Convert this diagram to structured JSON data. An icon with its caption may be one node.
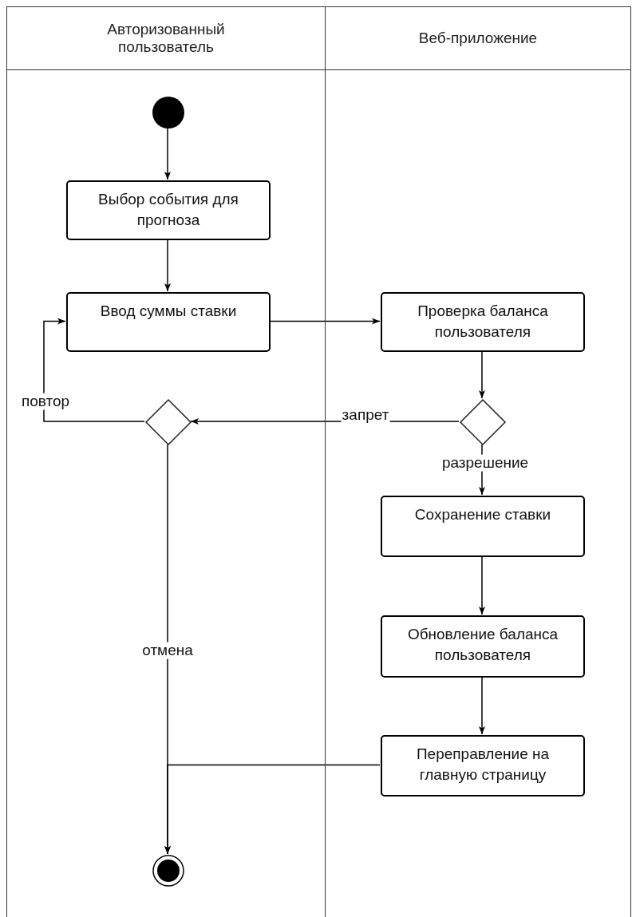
{
  "diagram": {
    "nodes": [
      {
        "text": [
          "Авторизованный пользователь"
        ]
      },
      {
        "text": [
          "Веб-приложение"
        ]
      },
      {
        "text": [],
        "shape": "circle",
        "in": 0
      },
      {
        "text": [
          "Выбор события для прогноза"
        ],
        "in": 0
      },
      {
        "text": [
          "Ввод суммы ставки"
        ],
        "in": 0
      },
      {
        "text": [
          "Проверка баланса пользователя"
        ],
        "in": 1
      },
      {
        "text": [],
        "shape": "diamond",
        "in": 1
      },
      {
        "text": [],
        "shape": "diamond",
        "in": 0
      },
      {
        "text": [
          "Сохранение ставки"
        ],
        "in": 1
      },
      {
        "text": [
          "Обновление баланса пользователя"
        ],
        "in": 1
      },
      {
        "text": [
          "Переправление на главную страницу"
        ],
        "in": 1
      },
      {
        "text": [],
        "shape": "circle",
        "in": 0
      }
    ],
    "edges": [
      {
        "from": 2,
        "to": 3,
        "arrow": "to"
      },
      {
        "from": 3,
        "to": 4,
        "arrow": "to"
      },
      {
        "from": 4,
        "to": 5,
        "arrow": "to"
      },
      {
        "from": 5,
        "to": 6,
        "arrow": "to"
      },
      {
        "from": 6,
        "to": 7,
        "arrow": "to",
        "label": "запрет"
      },
      {
        "from": 6,
        "to": 8,
        "arrow": "to",
        "label": "разрешение"
      },
      {
        "from": 7,
        "to": 4,
        "arrow": "to",
        "label": "повтор"
      },
      {
        "from": 7,
        "to": 11,
        "arrow": "to",
        "label": "отмена"
      },
      {
        "from": 8,
        "to": 9,
        "arrow": "to"
      },
      {
        "from": 9,
        "to": 10,
        "arrow": "to"
      },
      {
        "from": 10,
        "to": 11,
        "arrow": "to"
      }
    ]
  }
}
